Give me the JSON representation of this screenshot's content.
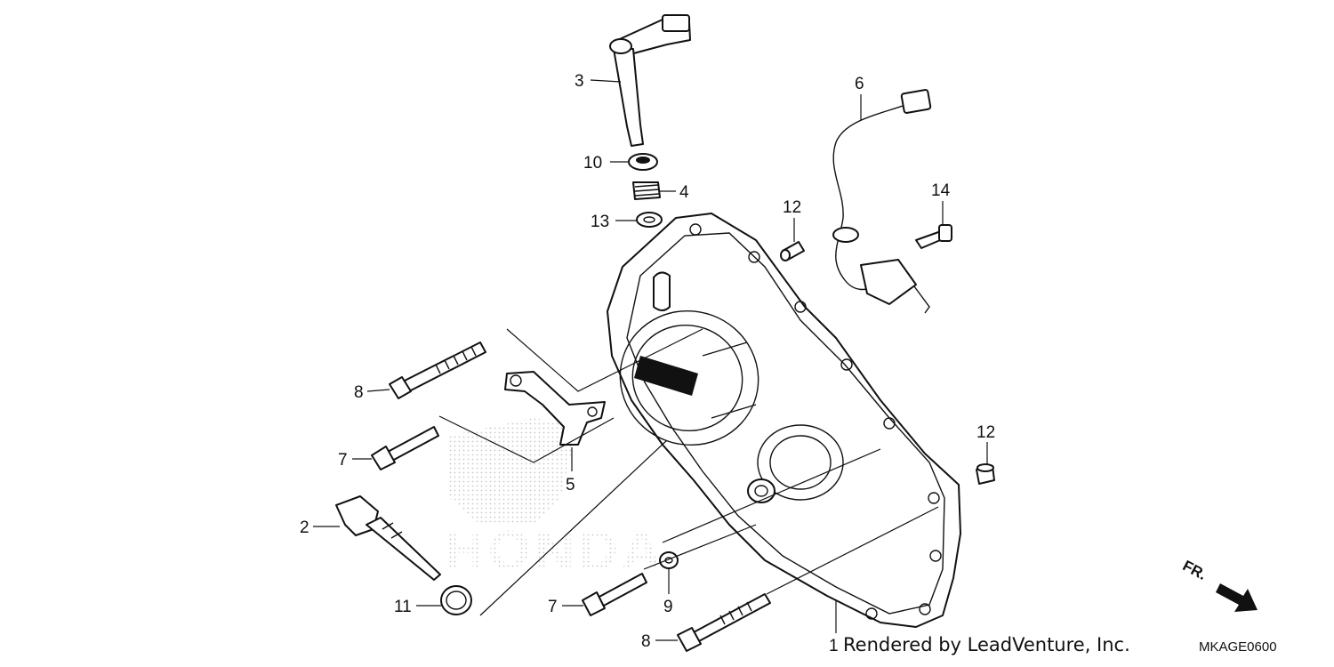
{
  "watermark": "HONDA",
  "credit": "Rendered by LeadVenture, Inc.",
  "diagram_code": "MKAGE0600",
  "direction_label": "FR.",
  "callouts": {
    "c1": "1",
    "c2": "2",
    "c3": "3",
    "c4": "4",
    "c5": "5",
    "c6": "6",
    "c7a": "7",
    "c7b": "7",
    "c8a": "8",
    "c8b": "8",
    "c9": "9",
    "c10": "10",
    "c11": "11",
    "c12a": "12",
    "c12b": "12",
    "c13": "13",
    "c14": "14"
  }
}
